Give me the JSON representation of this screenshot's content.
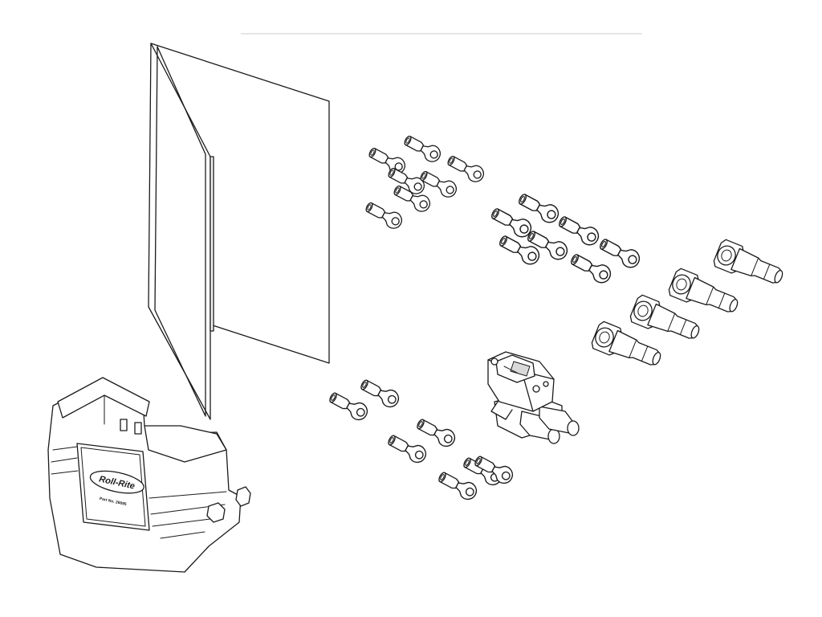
{
  "figure": {
    "background": "#ffffff",
    "line_color": "#1a1a1a",
    "parts": [
      {
        "name": "instruction-folder",
        "count": 1
      },
      {
        "name": "battery-switch-housing",
        "count": 1
      },
      {
        "name": "ring-terminal-small",
        "count": 7
      },
      {
        "name": "ring-terminal-medium",
        "count": 7
      },
      {
        "name": "ring-terminal-lower",
        "count": 7
      },
      {
        "name": "terminal-boot",
        "count": 4
      },
      {
        "name": "rotary-switch-with-boots",
        "count": 1
      }
    ]
  },
  "housing_label": {
    "logo": "Roll-Rite",
    "part_number": "Part No. 26695"
  }
}
